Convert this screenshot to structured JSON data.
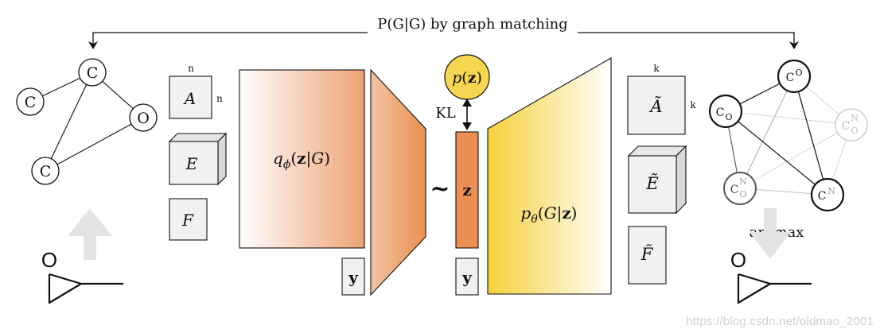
{
  "matching": {
    "label": "P(G|G) by graph matching"
  },
  "input_graph": {
    "node_c_top": "C",
    "node_c_left": "C",
    "node_o": "O",
    "node_c_bottom": "C"
  },
  "input_molecule": {
    "atom": "O"
  },
  "matrices_in": {
    "adjacency": "A",
    "edge": "E",
    "node": "F",
    "dim_top": "n",
    "dim_side": "n"
  },
  "encoder": {
    "label": "q_ϕ(z|G)",
    "cond": "y"
  },
  "sample": {
    "tilde": "~"
  },
  "latent": {
    "z": "z",
    "prior": "p(z)",
    "kl": "KL",
    "cond": "y"
  },
  "decoder": {
    "label": "p_θ(G|z)"
  },
  "matrices_out": {
    "adjacency": "Ã",
    "edge": "Ẽ",
    "node": "F̃",
    "dim_top": "k",
    "dim_side": "k"
  },
  "output_graph": {
    "c": "C",
    "o": "O",
    "n": "N"
  },
  "output": {
    "argmax": "argmax",
    "atom": "O"
  },
  "watermark": "https://blog.csdn.net/oldmao_2001",
  "colors": {
    "orange": "#e8935a",
    "orange_light": "#f2c2a0",
    "yellow": "#f6d650",
    "gray_box": "#f1f1f1",
    "arrow_gray": "#e4e4e4"
  }
}
